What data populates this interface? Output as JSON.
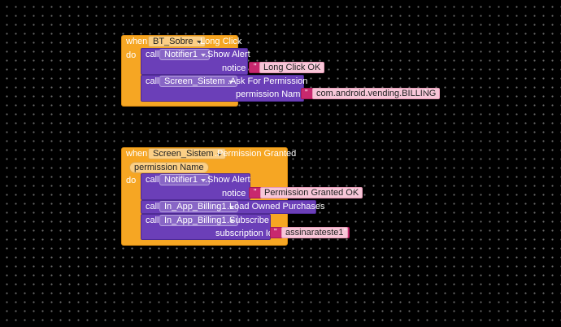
{
  "block1": {
    "when": "when",
    "component": "BT_Sobre",
    "event": ".Long Click",
    "do": "do",
    "call1": {
      "call": "call",
      "component": "Notifier1",
      "method": ".Show Alert",
      "param": "notice",
      "value": "Long Click OK"
    },
    "call2": {
      "call": "call",
      "component": "Screen_Sistem",
      "method": ".Ask For Permission",
      "param": "permission Name",
      "value": "com.android.vending.BILLING"
    }
  },
  "block2": {
    "when": "when",
    "component": "Screen_Sistem",
    "event": ".Permission Granted",
    "event_param": "permission Name",
    "do": "do",
    "call1": {
      "call": "call",
      "component": "Notifier1",
      "method": ".Show Alert",
      "param": "notice",
      "value": "Permission Granted OK"
    },
    "call2": {
      "call": "call",
      "component": "In_App_Billing1",
      "method": ".Load Owned Purchases"
    },
    "call3": {
      "call": "call",
      "component": "In_App_Billing1",
      "method": ".Subscribe",
      "param": "subscription Id",
      "value": "assinarateste1"
    }
  },
  "quote": "\""
}
